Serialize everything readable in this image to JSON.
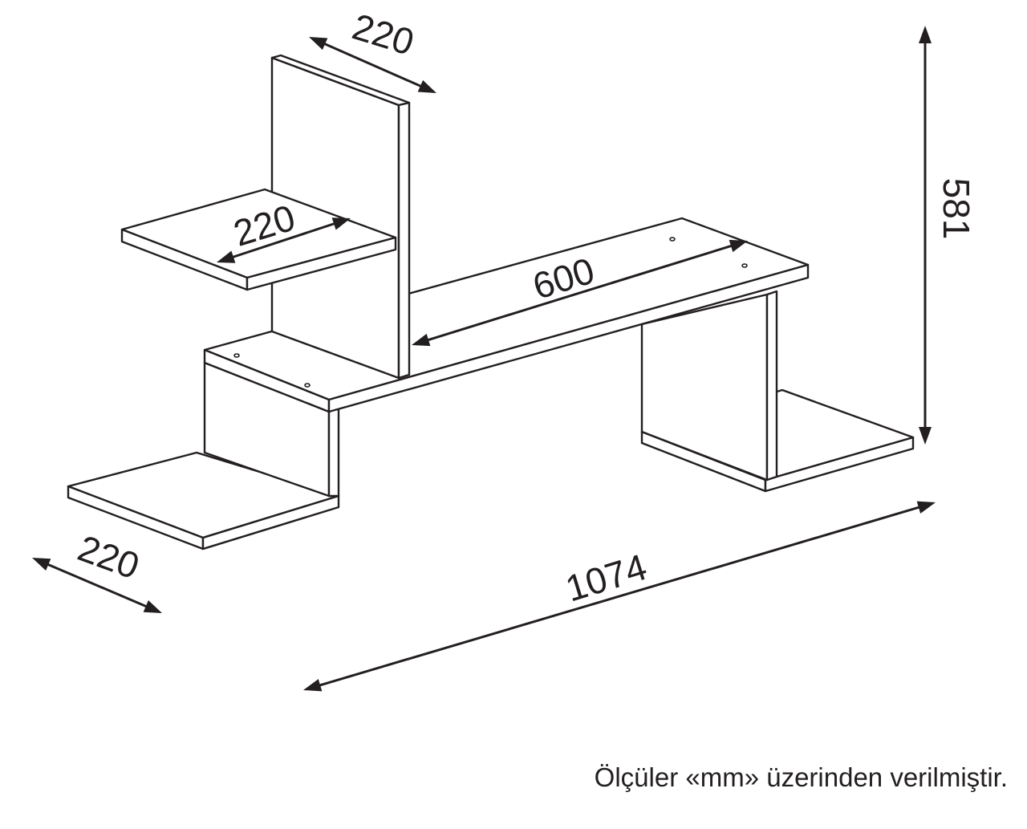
{
  "dimensions": {
    "top_depth": "220",
    "upper_shelf_depth": "220",
    "main_shelf_length": "600",
    "total_height": "581",
    "bottom_depth": "220",
    "total_width": "1074"
  },
  "footnote": "Ölçüler «mm» üzerinden verilmiştir.",
  "colors": {
    "ink": "#231f20",
    "background": "#ffffff"
  }
}
